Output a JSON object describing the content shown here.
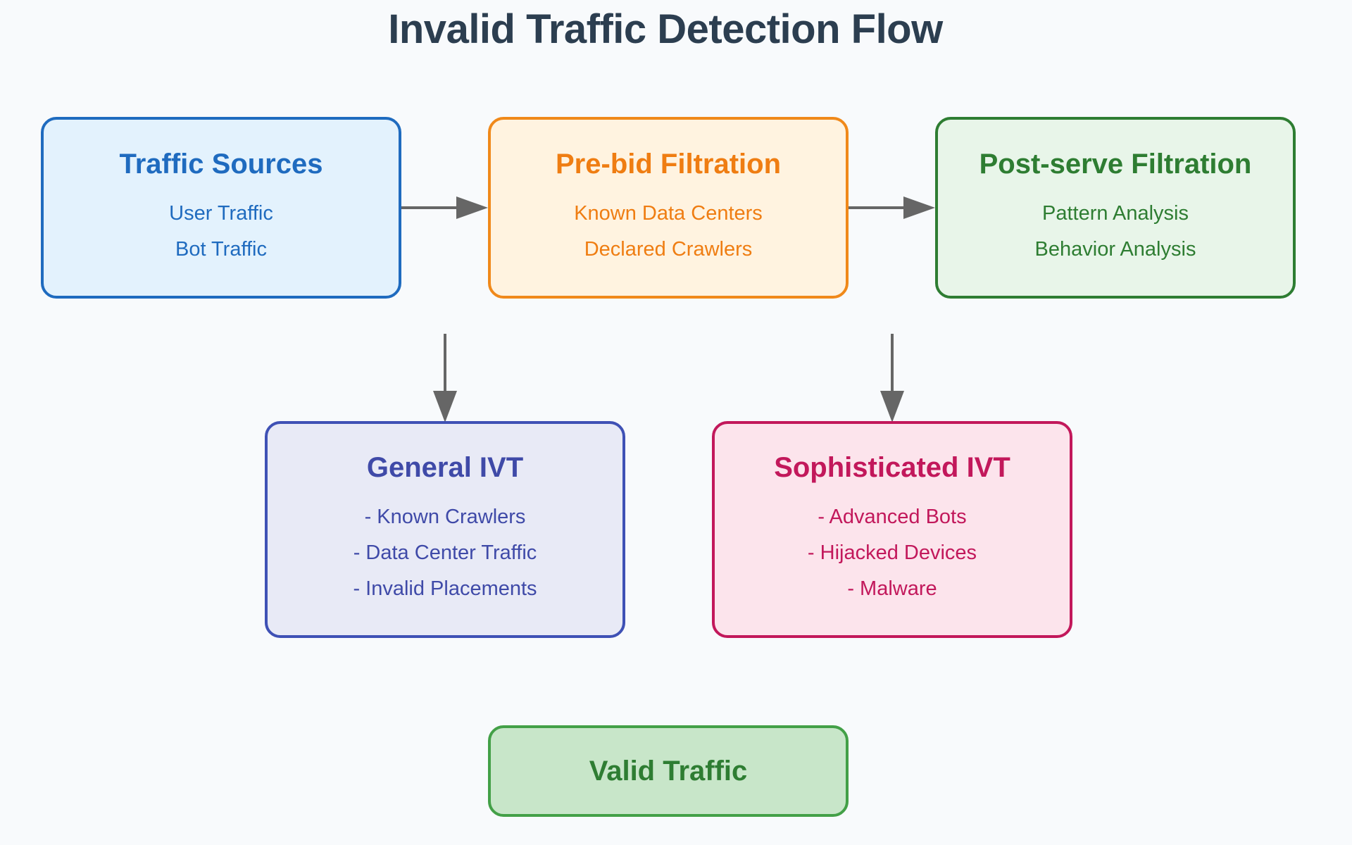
{
  "title": "Invalid Traffic Detection Flow",
  "nodes": {
    "sources": {
      "title": "Traffic Sources",
      "items": [
        "User Traffic",
        "Bot Traffic"
      ]
    },
    "prebid": {
      "title": "Pre-bid Filtration",
      "items": [
        "Known Data Centers",
        "Declared Crawlers"
      ]
    },
    "postserve": {
      "title": "Post-serve Filtration",
      "items": [
        "Pattern Analysis",
        "Behavior Analysis"
      ]
    },
    "general": {
      "title": "General IVT",
      "items": [
        "- Known Crawlers",
        "- Data Center Traffic",
        "- Invalid Placements"
      ]
    },
    "sophisticated": {
      "title": "Sophisticated IVT",
      "items": [
        "- Advanced Bots",
        "- Hijacked Devices",
        "- Malware"
      ]
    },
    "valid": {
      "title": "Valid Traffic"
    }
  },
  "colors": {
    "background": "#f8fafc",
    "title": "#2c3e50",
    "arrow": "#666666",
    "sources": "#1f6bbf",
    "prebid": "#f0891a",
    "postserve": "#2e7d32",
    "general": "#3f51b5",
    "sophisticated": "#c2185b",
    "valid": "#43a047"
  }
}
